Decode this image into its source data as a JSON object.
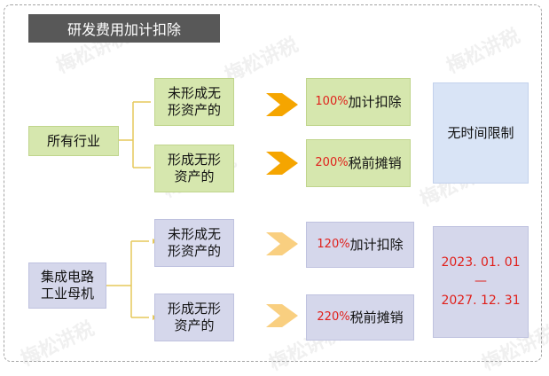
{
  "title": "研发费用加计扣除",
  "watermark": "梅松讲税",
  "colors": {
    "green_box": "#d6e7ae",
    "lavender_box": "#d5d7eb",
    "blue_box": "#d9e4f6",
    "arrow_dark": "#f5a500",
    "arrow_light": "#f9cf80",
    "highlight_red": "#e0201b",
    "connector_yellow": "#e6c95a"
  },
  "groups": [
    {
      "industry": "所有行业",
      "branches": [
        {
          "condition": "未形成无形资产的",
          "rate": "100%",
          "treatment": "加计扣除"
        },
        {
          "condition": "形成无形资产的",
          "rate": "200%",
          "treatment": "税前摊销"
        }
      ],
      "period_text": "无时间限制"
    },
    {
      "industry": "集成电路工业母机",
      "branches": [
        {
          "condition": "未形成无形资产的",
          "rate": "120%",
          "treatment": "加计扣除"
        },
        {
          "condition": "形成无形资产的",
          "rate": "220%",
          "treatment": "税前摊销"
        }
      ],
      "period": {
        "start": "2023. 01. 01",
        "dash": "—",
        "end": "2027. 12. 31"
      }
    }
  ]
}
